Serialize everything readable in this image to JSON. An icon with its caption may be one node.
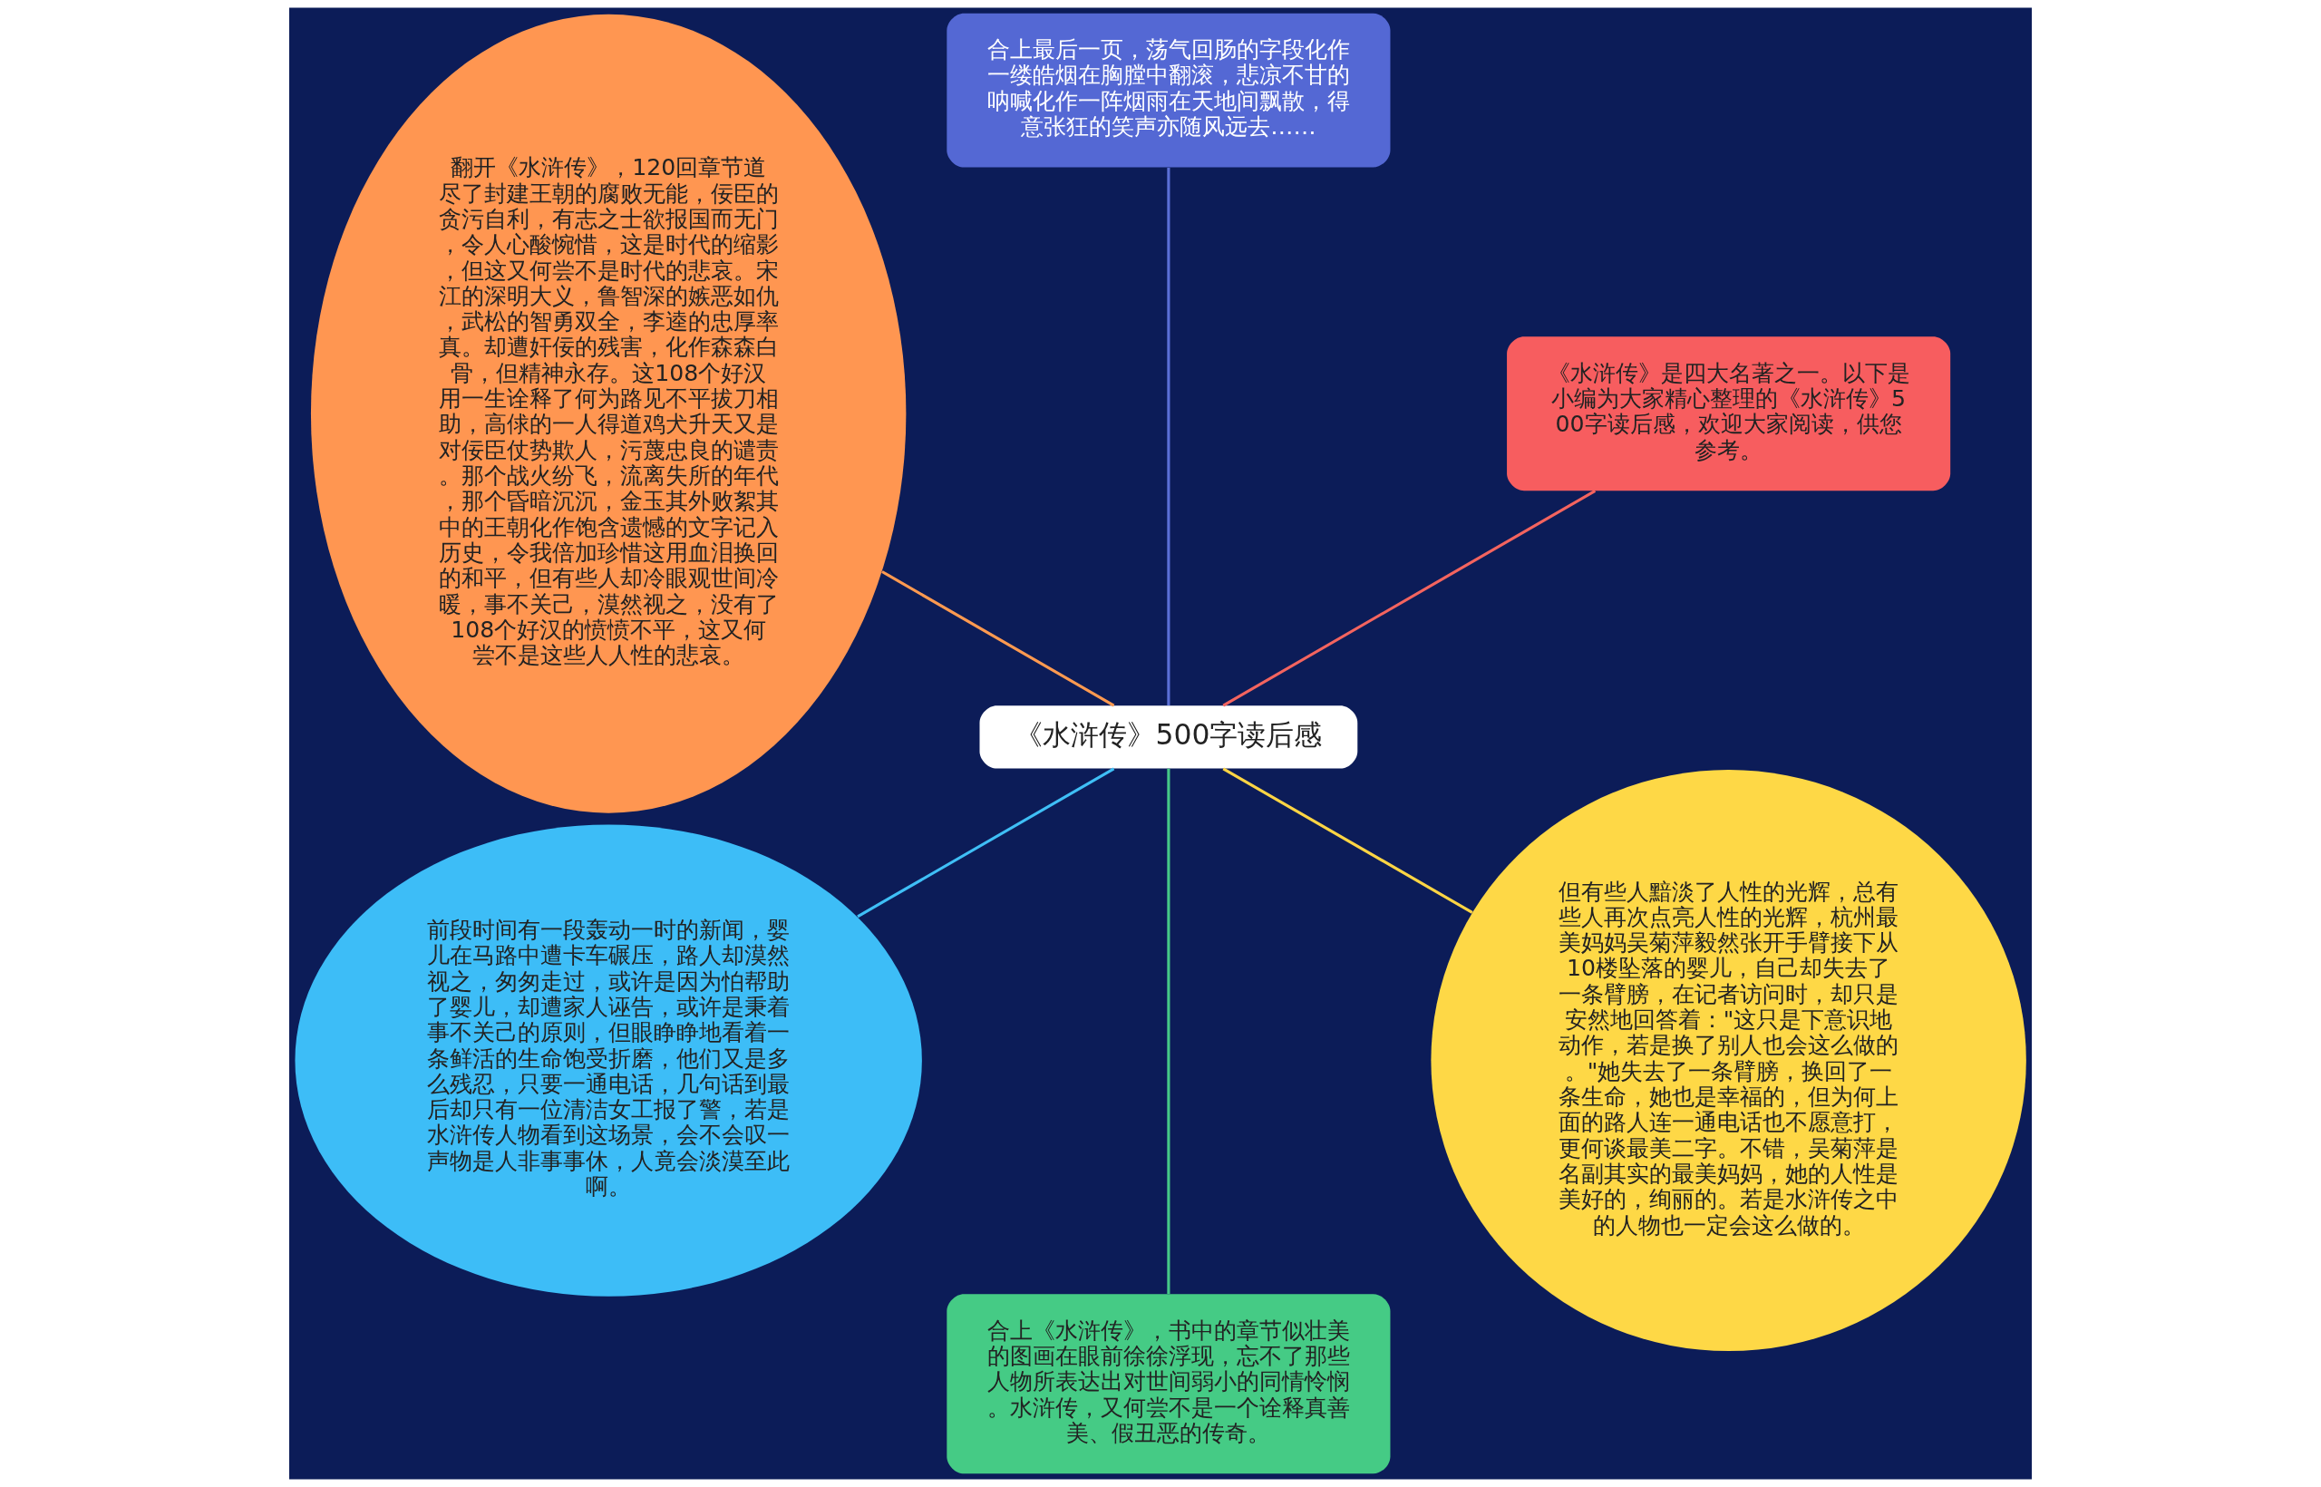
{
  "diagram": {
    "nodes": [
      {
        "text": [
          "《水浒传》500字读后感"
        ]
      },
      {
        "text": [
          "《水浒传》是四大名著之一。以下是小编为大家精心整理的《水浒传》500字读后感，欢迎大家阅读，供您参考。"
        ]
      },
      {
        "text": [
          "合上最后一页，荡气回肠的字段化作一缕皓烟在胸膛中翻滚，悲凉不甘的呐喊化作一阵烟雨在天地间飘散，得意张狂的笑声亦随风远去……"
        ]
      },
      {
        "text": [
          "翻开《水浒传》，120回章节道尽了封建王朝的腐败无能，佞臣的贪污自利，有志之士欲报国而无门，令人心酸惋惜，这是时代的缩影，但这又何尝不是时代的悲哀。宋江的深明大义，鲁智深的嫉恶如仇，武松的智勇双全，李逵的忠厚率真。却遭奸佞的残害，化作森森白骨，但精神永存。这108个好汉用一生诠释了何为路见不平拔刀相助，高俅的一人得道鸡犬升天又是对佞臣仗势欺人，污蔑忠良的谴责。那个战火纷飞，流离失所的年代，那个昏暗沉沉，金玉其外败絮其中的王朝化作饱含遗憾的文字记入历史，令我倍加珍惜这用血泪换回的和平，但有些人却冷眼观世间冷暖，事不关己，漠然视之，没有了108个好汉的愤愤不平，这又何尝不是这些人人性的悲哀。"
        ]
      },
      {
        "text": [
          "前段时间有一段轰动一时的新闻，婴儿在马路中遭卡车碾压，路人却漠然视之，匆匆走过，或许是因为怕帮助了婴儿，却遭家人诬告，或许是秉着事不关己的原则，但眼睁睁地看着一条鲜活的生命饱受折磨，他们又是多么残忍，只要一通电话，几句话到最后却只有一位清洁女工报了警，若是水浒传人物看到这场景，会不会叹一声物是人非事事休，人竟会淡漠至此啊。"
        ]
      },
      {
        "text": [
          "合上《水浒传》，书中的章节似壮美的图画在眼前徐徐浮现，忘不了那些人物所表达出对世间弱小的同情怜悯。水浒传，又何尝不是一个诠释真善美、假丑恶的传奇。"
        ]
      },
      {
        "text": [
          "但有些人黯淡了人性的光辉，总有些人再次点亮人性的光辉，杭州最美妈妈吴菊萍毅然张开手臂接下从10楼坠落的婴儿，自己却失去了一条臂膀，在记者访问时，却只是安然地回答着：\"这只是下意识地动作，若是换了别人也会这么做的。\"她失去了一条臂膀，换回了一条生命，她也是幸福的，但为何上面的路人连一通电话也不愿意打，更何谈最美二字。不错，吴菊萍是名副其实的最美妈妈，她的人性是美好的，绚丽的。若是水浒传之中的人物也一定会这么做的。"
        ]
      }
    ],
    "edges": [
      {
        "from": 0,
        "to": 1,
        "arrow": "none",
        "color": "#f4645f"
      },
      {
        "from": 0,
        "to": 2,
        "arrow": "none",
        "color": "#5b6fd6"
      },
      {
        "from": 0,
        "to": 3,
        "arrow": "none",
        "color": "#ff9a50"
      },
      {
        "from": 0,
        "to": 4,
        "arrow": "none",
        "color": "#3fbff6"
      },
      {
        "from": 0,
        "to": 5,
        "arrow": "none",
        "color": "#45c987"
      },
      {
        "from": 0,
        "to": 6,
        "arrow": "none",
        "color": "#fed544"
      }
    ]
  }
}
